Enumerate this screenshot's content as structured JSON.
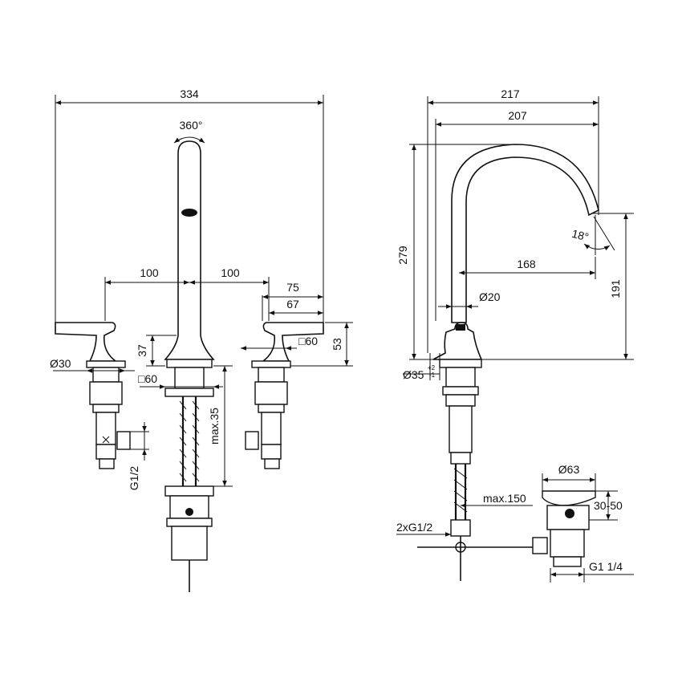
{
  "front_view": {
    "overall_width": "334",
    "rotation": "360°",
    "left_spacing": "100",
    "right_spacing": "100",
    "handle_reach_outer": "75",
    "handle_reach_inner": "67",
    "handle_height": "53",
    "spout_base_height": "37",
    "escutcheon_small_right": "□60",
    "escutcheon_small_center": "□60",
    "escutcheon_diameter_left": "Ø30",
    "max_deck": "max.35",
    "inlet_thread": "G1/2"
  },
  "side_view": {
    "overall_depth": "217",
    "spout_reach": "207",
    "overall_height": "279",
    "outlet_height": "191",
    "spout_angle": "18°",
    "projection": "168",
    "tube_diameter": "Ø20",
    "base_diameter": "Ø35",
    "base_tol_plus": "+2",
    "base_tol_minus": "-1",
    "hose_max": "max.150",
    "hose_thread": "2xG1/2",
    "waste_diameter": "Ø63",
    "waste_height": "30-50",
    "waste_thread": "G1 1/4"
  }
}
